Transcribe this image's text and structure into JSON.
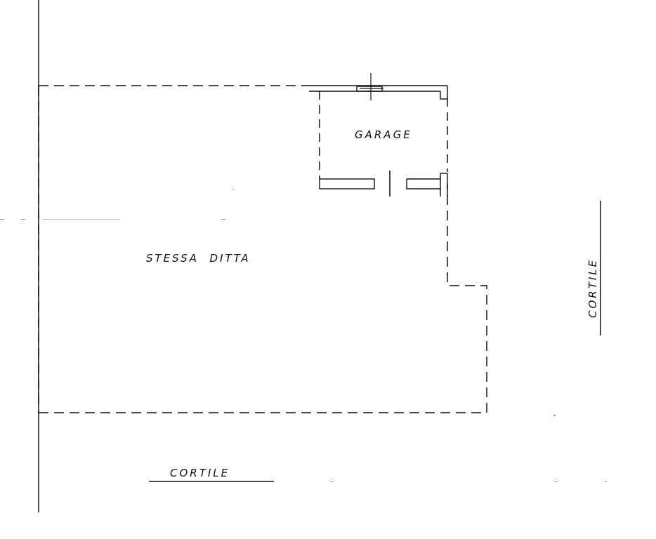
{
  "labels": {
    "garage": "GARAGE",
    "stessa_ditta": "STESSA  DITTA",
    "cortile_bottom": "CORTILE",
    "cortile_right": "CORTILE"
  },
  "colors": {
    "ink": "#111111",
    "background": "#ffffff"
  }
}
